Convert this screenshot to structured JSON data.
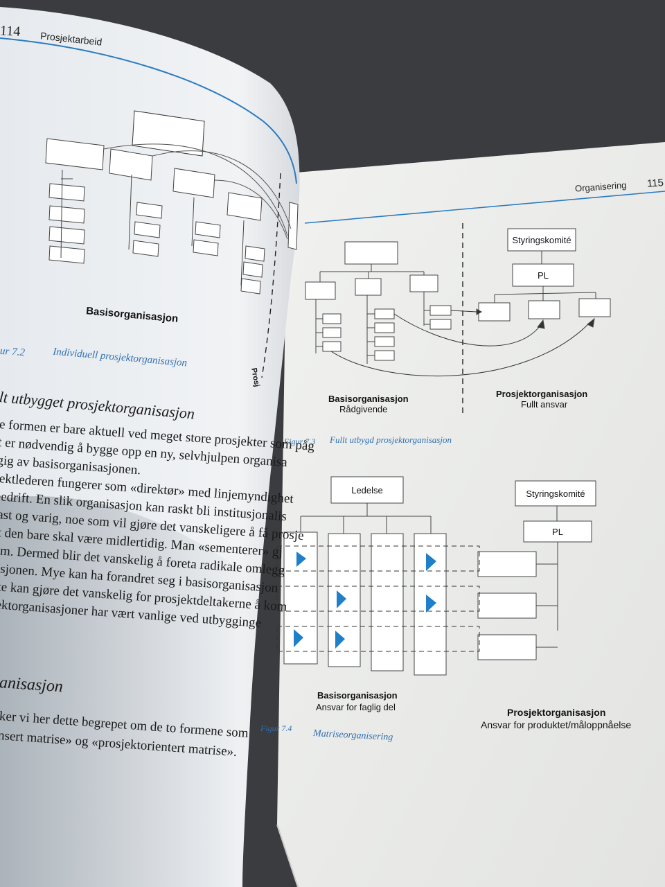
{
  "left_page": {
    "page_number": "114",
    "running_head": "Prosjektarbeid",
    "figure_label": "Basisorganisasjon",
    "caption_number": "ur 7.2",
    "caption_title": "Individuell prosjektorganisasjon",
    "side_label": "Prosj",
    "section_heading": "lt utbygget prosjektorganisasjon",
    "body_lines": [
      "e formen er bare aktuell ved meget store prosjekter som påg",
      "t er nødvendig å bygge opp en ny, selvhjulpen organisa",
      "gig av basisorganisasjonen.",
      "jektlederen fungerer som «direktør» med linjemyndighet",
      "bedrift. En slik organisasjon kan raskt bli institusjonalis",
      "fast og varig, noe som vil gjøre det vanskeligere å få prosje",
      "at den bare skal være midlertidig. Man «sementerer» gj",
      "tem. Dermed blir det vanskelig å foreta radikale omlegg",
      "sasjonen. Mye kan ha forandret seg i basisorganisasjon",
      "ette kan gjøre det vanskelig for prosjektdeltakerne å kom",
      "sjektorganisasjoner har vært vanlige ved utbygginge"
    ],
    "section_heading_2": "anisasjon",
    "body_lines_2": [
      "ker vi her dette begrepet om de to formene som",
      "nsert matrise» og «prosjektorientert matrise»."
    ]
  },
  "right_page": {
    "running_head": "Organisering",
    "page_number": "115",
    "fig73": {
      "steering_label": "Styringskomité",
      "pl_label": "PL",
      "basis_title": "Basisorganisasjon",
      "basis_sub": "Rådgivende",
      "project_title": "Prosjektorganisasjon",
      "project_sub": "Fullt ansvar",
      "caption_number": "Figur 7.3",
      "caption_title": "Fullt utbygd prosjektorganisasjon"
    },
    "fig74": {
      "management_label": "Ledelse",
      "steering_label": "Styringskomité",
      "pl_label": "PL",
      "basis_title": "Basisorganisasjon",
      "basis_sub": "Ansvar for faglig del",
      "project_title": "Prosjektorganisasjon",
      "project_sub": "Ansvar for produktet/måloppnåelse",
      "caption_number": "Figur 7.4",
      "caption_title": "Matriseorganisering"
    }
  },
  "colors": {
    "accent_blue": "#2a7bc0",
    "triangle_blue": "#1f7fc8",
    "page_paper": "#eef0ee",
    "background": "#3a3b3e"
  }
}
